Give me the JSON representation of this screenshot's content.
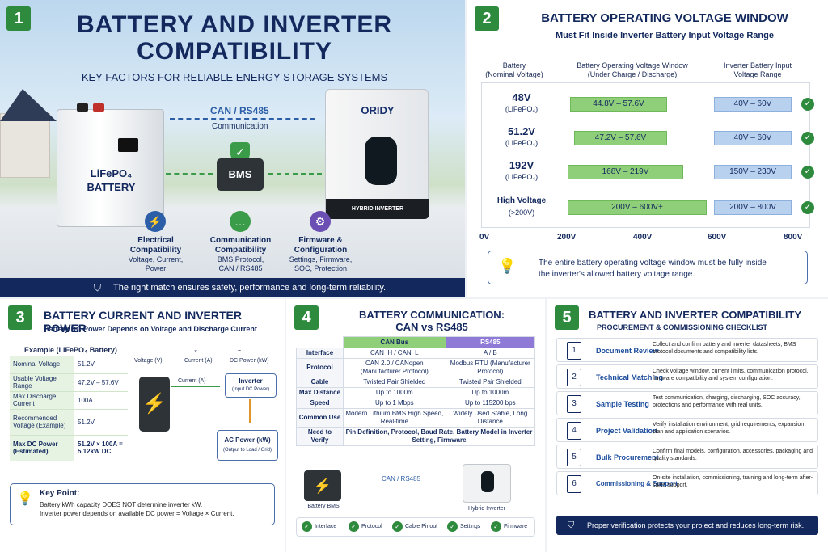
{
  "panel1": {
    "number": "1",
    "title_line1": "BATTERY AND INVERTER",
    "title_line2": "COMPATIBILITY",
    "subtitle": "KEY FACTORS FOR RELIABLE ENERGY STORAGE SYSTEMS",
    "battery_label_line1": "LiFePO₄",
    "battery_label_line2": "BATTERY",
    "protocol_label": "CAN / RS485",
    "communication_label": "Communication",
    "bms_label": "BMS",
    "inverter_brand": "ORIDY",
    "inverter_label": "HYBRID INVERTER",
    "features": [
      {
        "title_line1": "Electrical",
        "title_line2": "Compatibility",
        "desc_line1": "Voltage, Current,",
        "desc_line2": "Power",
        "icon": "lightning-icon",
        "color": "#2c5ea8"
      },
      {
        "title_line1": "Communication",
        "title_line2": "Compatibility",
        "desc_line1": "BMS Protocol,",
        "desc_line2": "CAN / RS485",
        "icon": "chat-icon",
        "color": "#3a9b48"
      },
      {
        "title_line1": "Firmware &",
        "title_line2": "Configuration",
        "desc_line1": "Settings, Firmware,",
        "desc_line2": "SOC, Protection",
        "icon": "gear-icon",
        "color": "#6b4fb3"
      }
    ],
    "banner": "The right match ensures safety, performance and long-term reliability."
  },
  "panel2": {
    "number": "2",
    "title": "BATTERY OPERATING VOLTAGE WINDOW",
    "subtitle": "Must Fit Inside Inverter Battery Input Voltage Range",
    "col1_line1": "Battery",
    "col1_line2": "(Nominal Voltage)",
    "col2_line1": "Battery Operating Voltage Window",
    "col2_line2": "(Under Charge / Discharge)",
    "col3_line1": "Inverter Battery Input",
    "col3_line2": "Voltage Range",
    "rows": [
      {
        "voltage": "48V",
        "chem": "(LiFePO₄)",
        "window": "44.8V – 57.6V",
        "input": "40V – 60V"
      },
      {
        "voltage": "51.2V",
        "chem": "(LiFePO₄)",
        "window": "47.2V – 57.6V",
        "input": "40V – 60V"
      },
      {
        "voltage": "192V",
        "chem": "(LiFePO₄)",
        "window": "168V – 219V",
        "input": "150V – 230V"
      },
      {
        "voltage": "High Voltage",
        "chem": "(>200V)",
        "window": "200V – 600V+",
        "input": "200V – 800V"
      }
    ],
    "axis_ticks": [
      "0V",
      "200V",
      "400V",
      "600V",
      "800V"
    ],
    "note_line1": "The entire battery operating voltage window must be fully inside",
    "note_line2": "the inverter's allowed battery voltage range."
  },
  "panel3": {
    "number": "3",
    "title": "BATTERY CURRENT AND INVERTER POWER",
    "subtitle": "Battery DC Power Depends on Voltage and Discharge Current",
    "example_title": "Example (LiFePO₄ Battery)",
    "table": [
      {
        "label": "Nominal Voltage",
        "value": "51.2V"
      },
      {
        "label": "Usable Voltage Range",
        "value": "47.2V – 57.6V"
      },
      {
        "label": "Max Discharge Current",
        "value": "100A"
      },
      {
        "label": "Recommended Voltage (Example)",
        "value": "51.2V"
      },
      {
        "label": "Max DC Power (Estimated)",
        "value": "51.2V × 100A = 5.12kW DC"
      }
    ],
    "formula_voltage": "Voltage (V)",
    "formula_times": "×",
    "formula_current": "Current (A)",
    "formula_equals": "=",
    "formula_power": "DC Power (kW)",
    "current_label": "Current (A)",
    "inverter_line1": "Inverter",
    "inverter_line2": "(Input DC Power)",
    "ac_line1": "AC Power (kW)",
    "ac_line2": "(Output to Load / Grid)",
    "key_title": "Key Point:",
    "key_line1": "Battery kWh capacity DOES NOT determine inverter kW.",
    "key_line2": "Inverter power depends on available DC power = Voltage × Current."
  },
  "panel4": {
    "number": "4",
    "title_line1": "BATTERY COMMUNICATION:",
    "title_line2": "CAN vs RS485",
    "col_can": "CAN Bus",
    "col_rs": "RS485",
    "rows": [
      {
        "label": "Interface",
        "can": "CAN_H / CAN_L",
        "rs": "A / B"
      },
      {
        "label": "Protocol",
        "can": "CAN 2.0 / CANopen (Manufacturer Protocol)",
        "rs": "Modbus RTU (Manufacturer Protocol)"
      },
      {
        "label": "Cable",
        "can": "Twisted Pair Shielded",
        "rs": "Twisted Pair Shielded"
      },
      {
        "label": "Max Distance",
        "can": "Up to 1000m",
        "rs": "Up to 1000m"
      },
      {
        "label": "Speed",
        "can": "Up to 1 Mbps",
        "rs": "Up to 115200 bps"
      },
      {
        "label": "Common Use",
        "can": "Modern Lithium BMS High Speed, Real-time",
        "rs": "Widely Used Stable, Long Distance"
      }
    ],
    "verify_label": "Need to Verify",
    "verify_text": "Pin Definition, Protocol, Baud Rate, Battery Model in Inverter Setting, Firmware",
    "link_label": "CAN / RS485",
    "battery_label": "Battery BMS",
    "inverter_label": "Hybrid Inverter",
    "checks": [
      "Interface",
      "Protocol",
      "Cable Pinout",
      "Settings",
      "Firmware"
    ]
  },
  "panel5": {
    "number": "5",
    "title": "BATTERY AND INVERTER COMPATIBILITY",
    "subtitle": "PROCUREMENT & COMMISSIONING CHECKLIST",
    "steps": [
      {
        "icon": "document-icon",
        "glyph": "1",
        "title": "Document Review",
        "desc": "Collect and confirm battery and inverter datasheets, BMS protocol documents and compatibility lists."
      },
      {
        "icon": "chart-icon",
        "glyph": "2",
        "title": "Technical Matching",
        "desc": "Check voltage window, current limits, communication protocol, firmware compatibility and system configuration."
      },
      {
        "icon": "gear-icon",
        "glyph": "3",
        "title": "Sample Testing",
        "desc": "Test communication, charging, discharging, SOC accuracy, protections and performance with real units."
      },
      {
        "icon": "battery-icon",
        "glyph": "4",
        "title": "Project Validation",
        "desc": "Verify installation environment, grid requirements, expansion plan and application scenarios."
      },
      {
        "icon": "clipboard-icon",
        "glyph": "5",
        "title": "Bulk Procurement",
        "desc": "Confirm final models, configuration, accessories, packaging and quality standards."
      },
      {
        "icon": "support-icon",
        "glyph": "6",
        "title": "Commissioning & Support",
        "desc": "On-site installation, commissioning, training and long-term after-sales support."
      }
    ],
    "banner": "Proper verification protects your project and reduces long-term risk."
  },
  "colors": {
    "navy": "#13295e",
    "green": "#3a9b48",
    "blue": "#2c5ea8",
    "purple": "#8f7ad8"
  }
}
